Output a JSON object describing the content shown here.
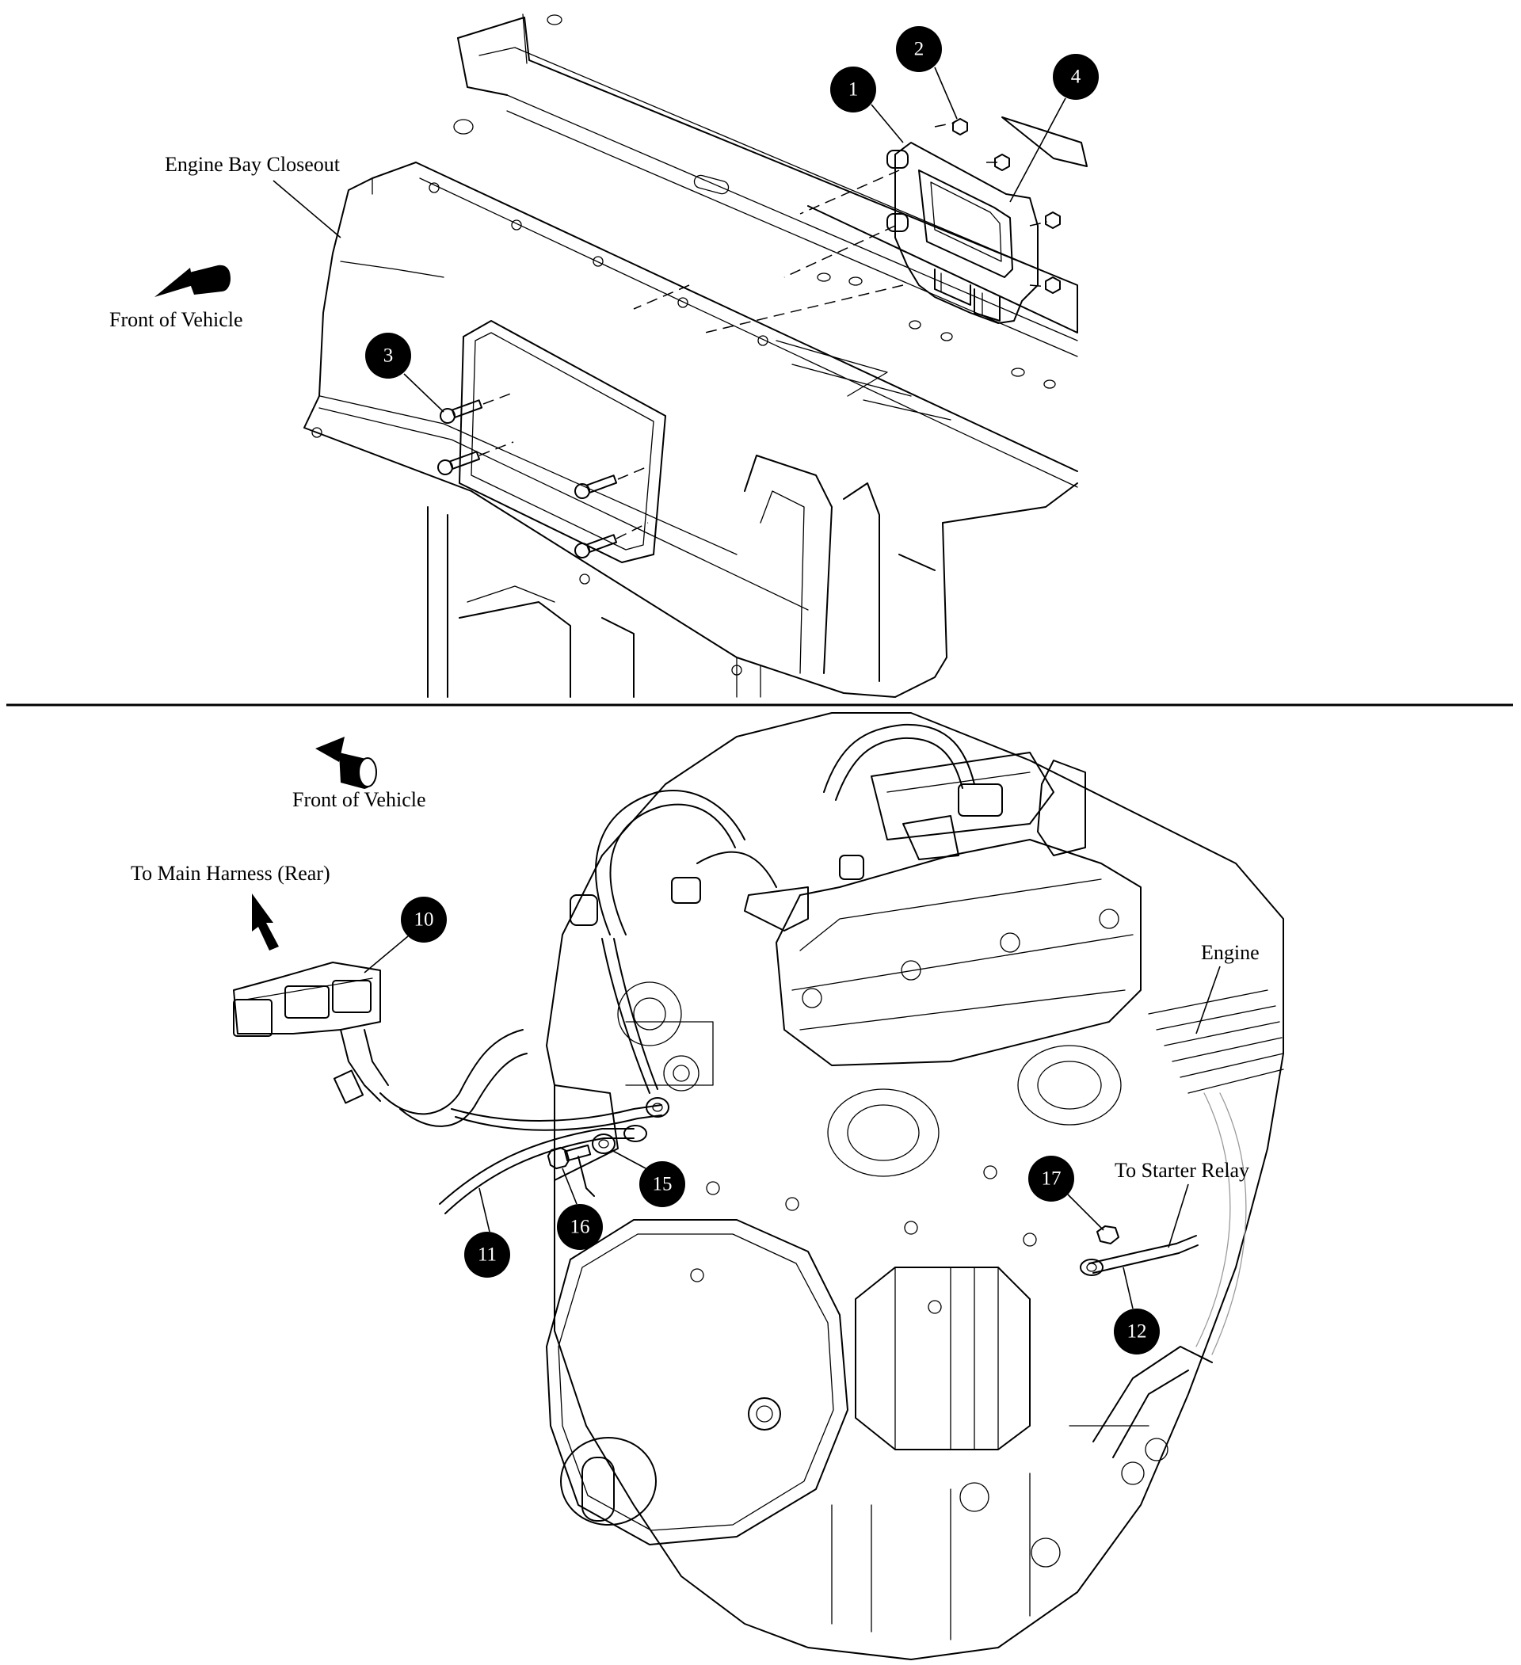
{
  "colors": {
    "ink": "#000000",
    "paper": "#ffffff",
    "hidden_line": "#9a9a9a"
  },
  "top_view": {
    "labels": {
      "engine_bay_closeout": "Engine Bay Closeout",
      "front_of_vehicle": "Front of Vehicle"
    },
    "callouts": [
      "1",
      "2",
      "3",
      "4"
    ]
  },
  "bottom_view": {
    "labels": {
      "front_of_vehicle": "Front of Vehicle",
      "to_main_harness": "To Main Harness (Rear)",
      "engine": "Engine",
      "to_starter_relay": "To Starter Relay"
    },
    "callouts": [
      "10",
      "11",
      "12",
      "15",
      "16",
      "17"
    ]
  },
  "icons": [
    "direction-arrow-icon",
    "direction-arrow-icon",
    "up-arrow-icon"
  ]
}
